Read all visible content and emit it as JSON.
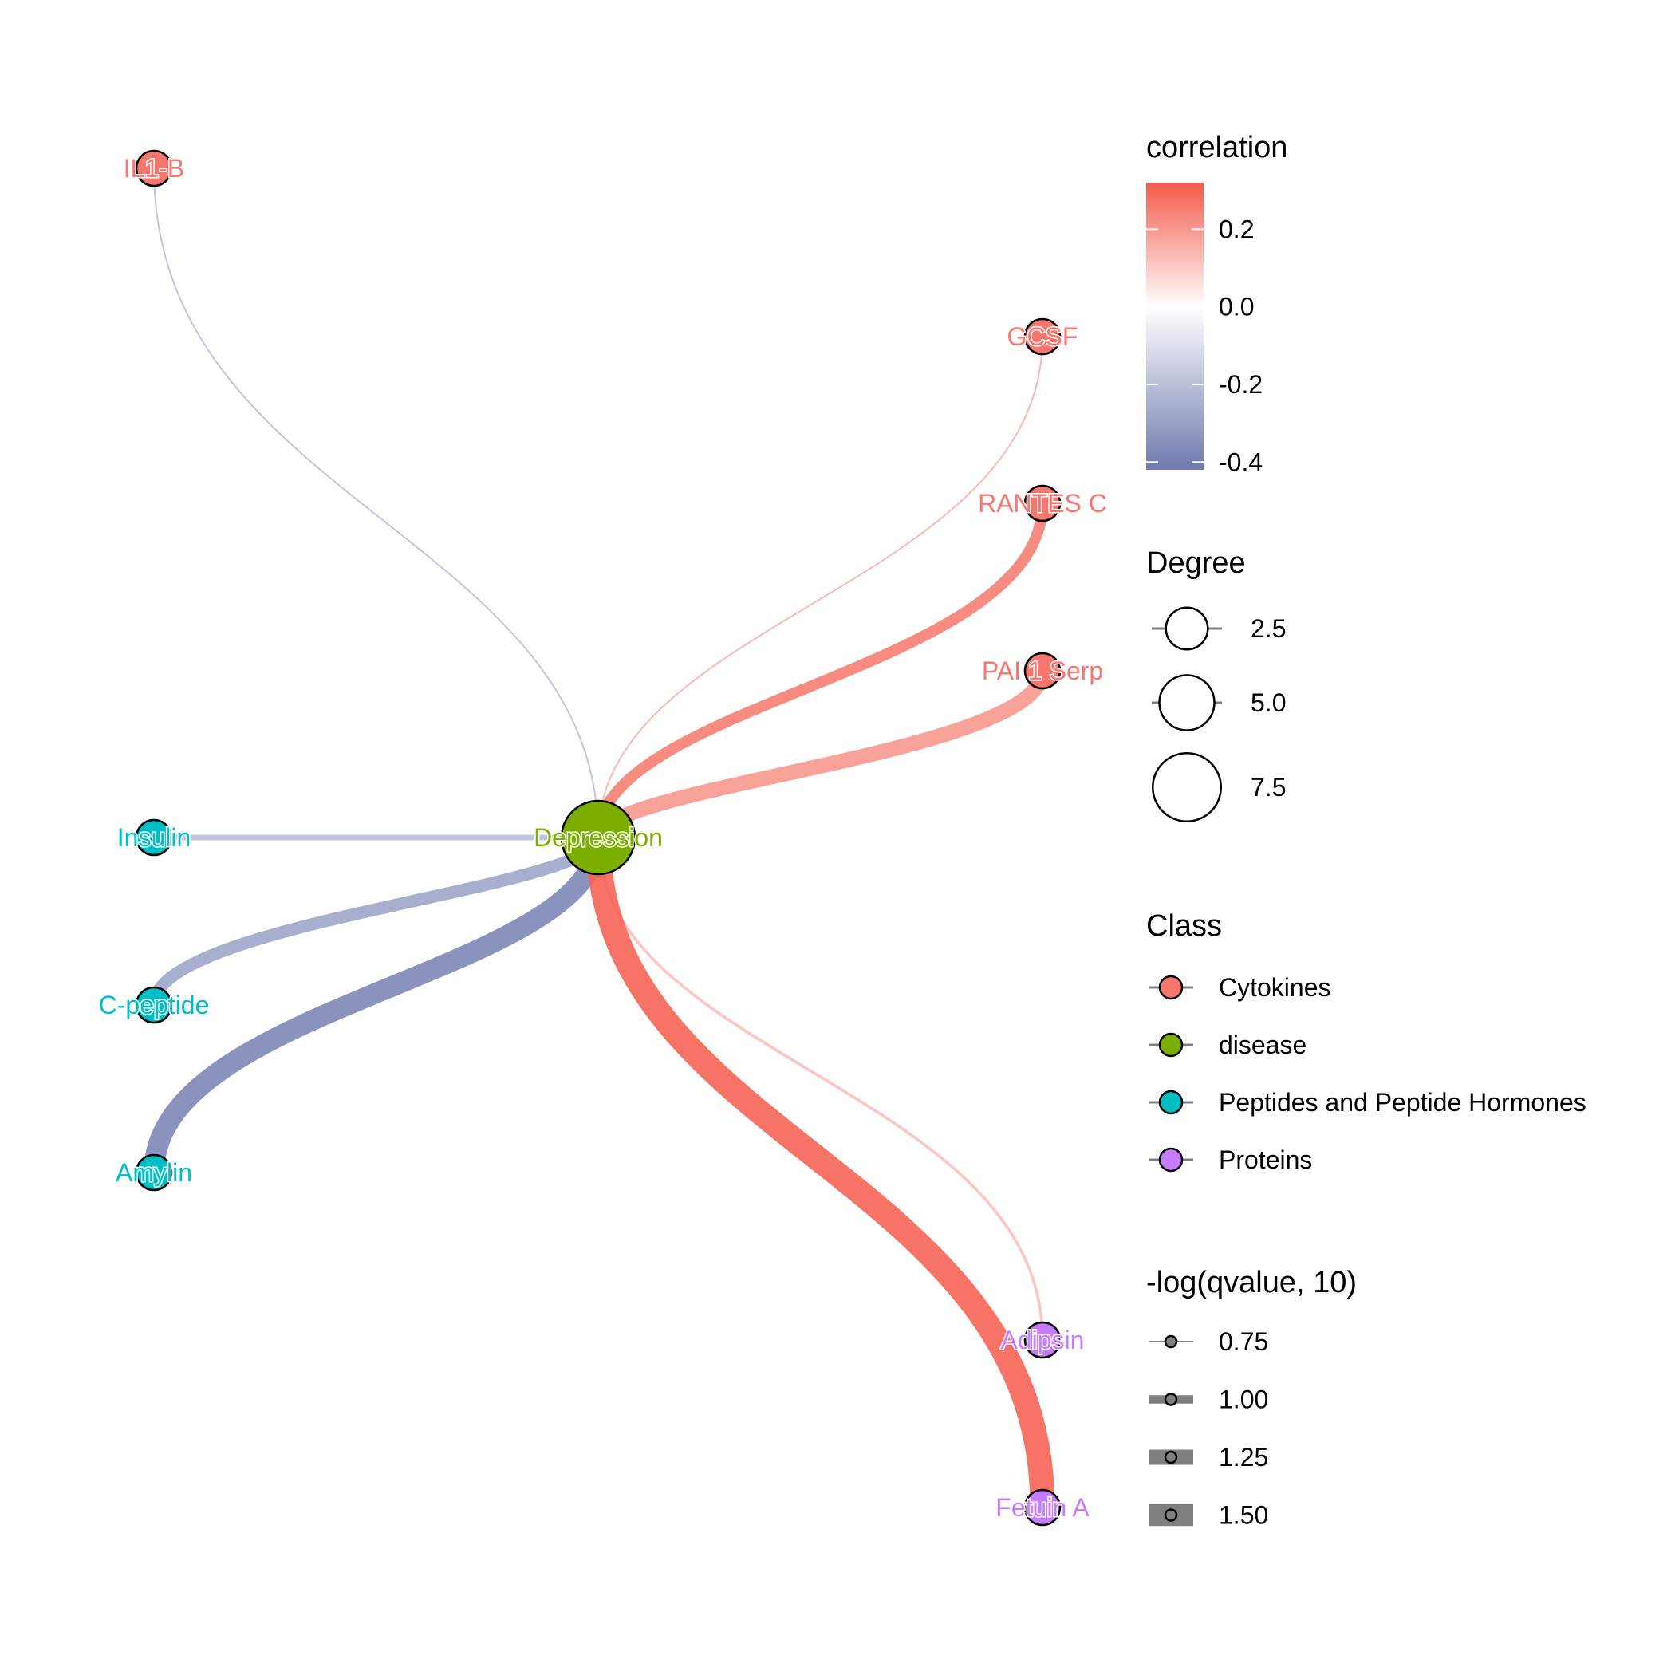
{
  "network": {
    "center": {
      "id": "Depression",
      "label": "Depression",
      "class": "disease",
      "degree": 9
    },
    "nodes": [
      {
        "id": "IL1-B",
        "label": "IL1-B",
        "class": "Cytokines"
      },
      {
        "id": "GCSF",
        "label": "GCSF",
        "class": "Cytokines"
      },
      {
        "id": "RANTES C",
        "label": "RANTES C",
        "class": "Cytokines"
      },
      {
        "id": "PAI 1 Serp",
        "label": "PAI 1 Serp",
        "class": "Cytokines"
      },
      {
        "id": "Insulin",
        "label": "Insulin",
        "class": "Peptides and Peptide Hormones"
      },
      {
        "id": "C-peptide",
        "label": "C-peptide",
        "class": "Peptides and Peptide Hormones"
      },
      {
        "id": "Amylin",
        "label": "Amylin",
        "class": "Peptides and Peptide Hormones"
      },
      {
        "id": "Adipsin",
        "label": "Adipsin",
        "class": "Proteins"
      },
      {
        "id": "Fetuin A",
        "label": "Fetuin A",
        "class": "Proteins"
      }
    ],
    "edges": [
      {
        "target": "IL1-B",
        "correlation": -0.2,
        "neglogq": 0.75
      },
      {
        "target": "GCSF",
        "correlation": 0.15,
        "neglogq": 0.75
      },
      {
        "target": "RANTES C",
        "correlation": 0.25,
        "neglogq": 1.1
      },
      {
        "target": "PAI 1 Serp",
        "correlation": 0.2,
        "neglogq": 1.25
      },
      {
        "target": "Insulin",
        "correlation": -0.2,
        "neglogq": 0.9
      },
      {
        "target": "C-peptide",
        "correlation": -0.28,
        "neglogq": 1.15
      },
      {
        "target": "Amylin",
        "correlation": -0.38,
        "neglogq": 1.45
      },
      {
        "target": "Adipsin",
        "correlation": 0.12,
        "neglogq": 0.8
      },
      {
        "target": "Fetuin A",
        "correlation": 0.3,
        "neglogq": 1.6
      }
    ]
  },
  "class_colors": {
    "Cytokines": "#F8766D",
    "disease": "#7CAE00",
    "Peptides and Peptide Hormones": "#00BFC4",
    "Proteins": "#C77CFF"
  },
  "legends": {
    "correlation": {
      "title": "correlation",
      "ticks": [
        "0.2",
        "0.0",
        "-0.2",
        "-0.4"
      ],
      "tick_values": [
        0.2,
        0.0,
        -0.2,
        -0.4
      ],
      "range": [
        -0.42,
        0.32
      ],
      "low_color": "#6F7AAE",
      "mid_color": "#FFFFFF",
      "high_color": "#F45A4A"
    },
    "degree": {
      "title": "Degree",
      "entries": [
        {
          "label": "2.5",
          "value": 2.5
        },
        {
          "label": "5.0",
          "value": 5.0
        },
        {
          "label": "7.5",
          "value": 7.5
        }
      ]
    },
    "class": {
      "title": "Class",
      "entries": [
        {
          "label": "Cytokines",
          "color": "#F8766D"
        },
        {
          "label": "disease",
          "color": "#7CAE00"
        },
        {
          "label": "Peptides and Peptide Hormones",
          "color": "#00BFC4"
        },
        {
          "label": "Proteins",
          "color": "#C77CFF"
        }
      ]
    },
    "qvalue": {
      "title": "-log(qvalue, 10)",
      "entries": [
        {
          "label": "0.75",
          "value": 0.75
        },
        {
          "label": "1.00",
          "value": 1.0
        },
        {
          "label": "1.25",
          "value": 1.25
        },
        {
          "label": "1.50",
          "value": 1.5
        }
      ]
    }
  }
}
